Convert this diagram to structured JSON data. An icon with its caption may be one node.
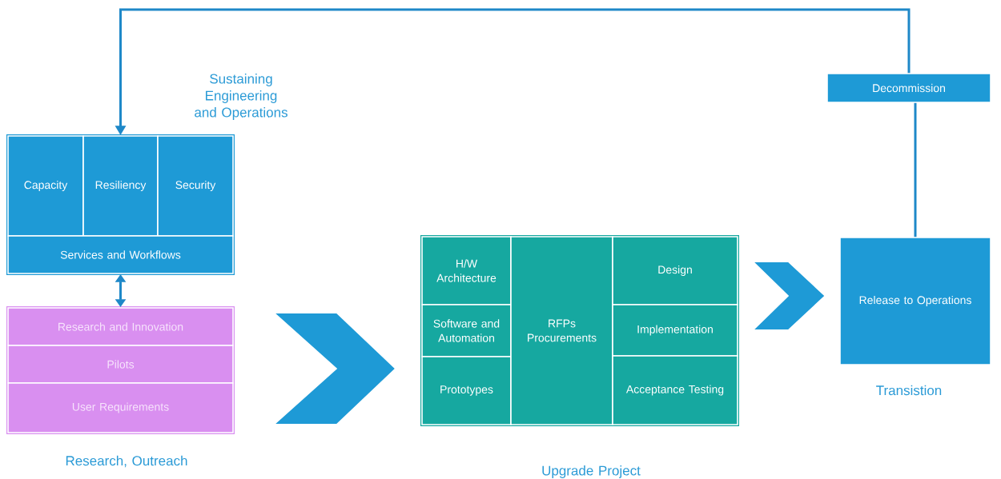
{
  "diagram": {
    "nodes": [
      {
        "text": [
          "Sustaining Engineering and Operations"
        ]
      },
      {
        "text": [
          "Capacity"
        ],
        "in": 0
      },
      {
        "text": [
          "Resiliency"
        ],
        "in": 0
      },
      {
        "text": [
          "Security"
        ],
        "in": 0
      },
      {
        "text": [
          "Services and Workflows"
        ],
        "in": 0
      },
      {
        "text": [
          "Research, Outreach"
        ]
      },
      {
        "text": [
          "Research and Innovation"
        ],
        "in": 5
      },
      {
        "text": [
          "Pilots"
        ],
        "in": 5
      },
      {
        "text": [
          "User Requirements"
        ],
        "in": 5
      },
      {
        "text": [
          "Upgrade Project"
        ]
      },
      {
        "text": [
          "H/W Architecture"
        ],
        "in": 9
      },
      {
        "text": [
          "Software and Automation"
        ],
        "in": 9
      },
      {
        "text": [
          "Prototypes"
        ],
        "in": 9
      },
      {
        "text": [
          "RFPs Procurements"
        ],
        "in": 9
      },
      {
        "text": [
          "Design"
        ],
        "in": 9
      },
      {
        "text": [
          "Implementation"
        ],
        "in": 9
      },
      {
        "text": [
          "Acceptance Testing"
        ],
        "in": 9
      },
      {
        "text": [
          "Decommission"
        ]
      },
      {
        "text": [
          "Release to Operations"
        ],
        "beside": [
          "Transistion"
        ]
      }
    ],
    "edges": [
      {
        "from": 18,
        "to": 17,
        "arrow": "none"
      },
      {
        "from": 17,
        "to": 2,
        "arrow": "to"
      },
      {
        "from": 4,
        "to": 6,
        "arrow": "both"
      },
      {
        "from": 5,
        "to": 9,
        "arrow": "to",
        "style": "thick"
      },
      {
        "from": 9,
        "to": 18,
        "arrow": "to",
        "style": "thick"
      }
    ]
  }
}
